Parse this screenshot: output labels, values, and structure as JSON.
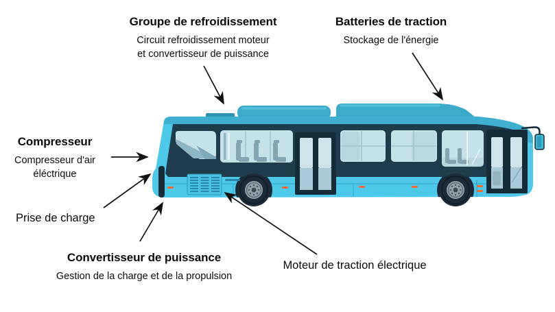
{
  "figure": {
    "type": "labeled-diagram",
    "subject": "electric-bus-components",
    "background": "#ffffff"
  },
  "labels": {
    "cooling_group": {
      "title": "Groupe de refroidissement",
      "line1": "Circuit refroidissement moteur",
      "line2": "et convertisseur de puissance"
    },
    "traction_batteries": {
      "title": "Batteries de traction",
      "line1": "Stockage de l'énergie"
    },
    "compressor": {
      "title": "Compresseur",
      "line1": "Compresseur d'air",
      "line2": "éléctrique"
    },
    "charging_socket": {
      "title": "Prise de charge"
    },
    "power_converter": {
      "title": "Convertisseur de puissance",
      "line1": "Gestion de la charge et de la propulsion"
    },
    "traction_motor": {
      "title": "Moteur de traction électrique"
    }
  },
  "colors": {
    "bus_body": "#4EC9E9",
    "roof_trim": "#3FB0D0",
    "roof_module": "#3CABC9",
    "window_band": "#1E3C4B",
    "window_glass": "#C6E2E9",
    "door_frame": "#142C38",
    "marker_orange": "#F2692F",
    "tire": "#1B2C38",
    "rim": "#93A3AB",
    "arrow": "#111111"
  }
}
